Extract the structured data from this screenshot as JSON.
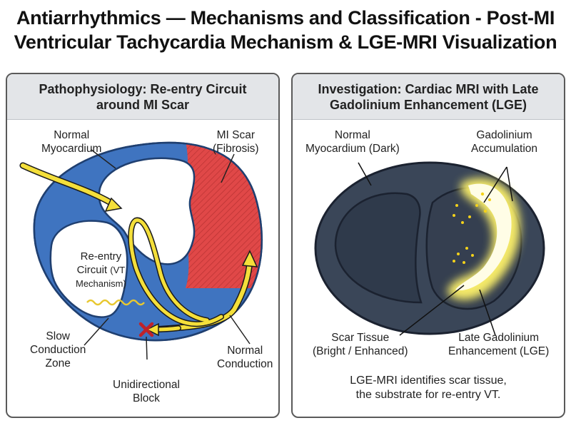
{
  "title": {
    "line1": "Antiarrhythmics — Mechanisms and Classification - Post-MI",
    "line2": "Ventricular Tachycardia Mechanism & LGE-MRI Visualization"
  },
  "left_panel": {
    "header_line1": "Pathophysiology: Re-entry Circuit",
    "header_line2": "around MI Scar",
    "labels": {
      "normal_myocardium_1": "Normal",
      "normal_myocardium_2": "Myocardium",
      "mi_scar_1": "MI Scar",
      "mi_scar_2": "(Fibrosis)",
      "reentry_1": "Re-entry",
      "reentry_2": "Circuit",
      "reentry_2b": "(VT",
      "reentry_3": "Mechanism)",
      "slow_1": "Slow",
      "slow_2": "Conduction",
      "slow_3": "Zone",
      "block_1": "Unidirectional",
      "block_2": "Block",
      "normal_conduction_1": "Normal",
      "normal_conduction_2": "Conduction"
    }
  },
  "right_panel": {
    "header_line1": "Investigation: Cardiac MRI with Late",
    "header_line2": "Gadolinium Enhancement (LGE)",
    "labels": {
      "normal_dark_1": "Normal",
      "normal_dark_2": "Myocardium (Dark)",
      "gado_1": "Gadolinium",
      "gado_2": "Accumulation",
      "scar_1": "Scar Tissue",
      "scar_2": "(Bright / Enhanced)",
      "lge_1": "Late Gadolinium",
      "lge_2": "Enhancement (LGE)"
    },
    "caption_line1": "LGE-MRI identifies scar tissue,",
    "caption_line2": "the substrate for re-entry VT."
  },
  "colors": {
    "myocardium_blue": "#3f74c0",
    "scar_red": "#e04848",
    "arrow_yellow": "#f4df3a",
    "mri_dark": "#3a4658",
    "enhancement_yellow": "#fff6a0"
  }
}
